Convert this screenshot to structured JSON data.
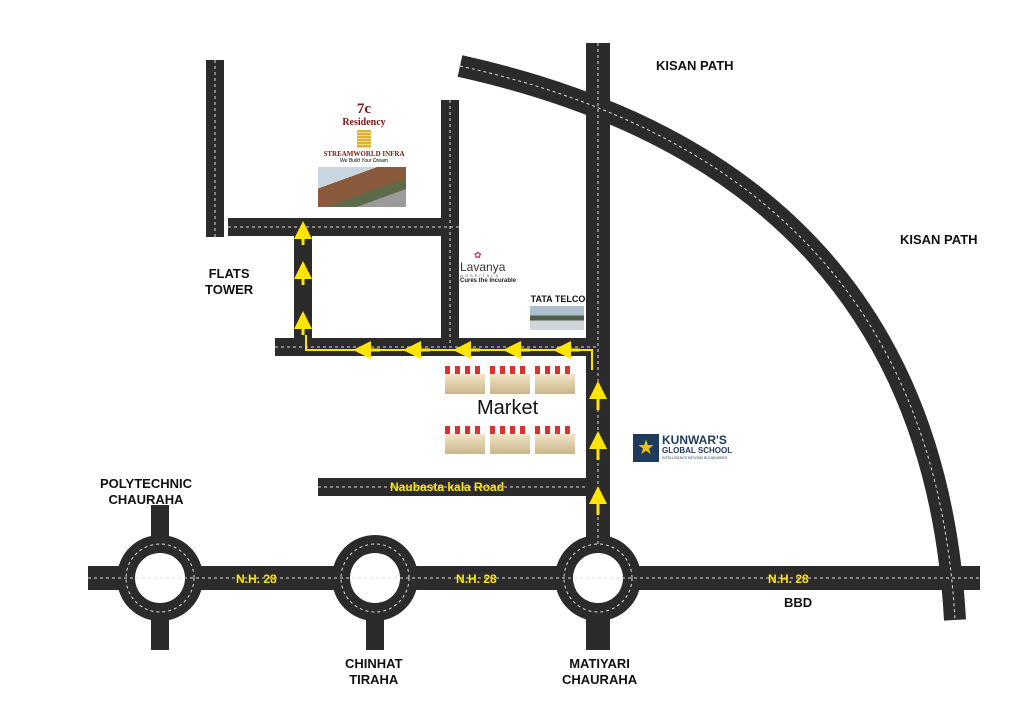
{
  "labels": {
    "kisan_path_top": "KISAN PATH",
    "kisan_path_right": "KISAN PATH",
    "flats_tower": "FLATS\nTOWER",
    "polytechnic": "POLYTECHNIC\nCHAURAHA",
    "chinhat": "CHINHAT\nTIRAHA",
    "matiyari": "MATIYARI\nCHAURAHA",
    "bbd": "BBD",
    "market": "Market",
    "tata_telco": "TATA TELCO"
  },
  "roads": {
    "nh28_a": "N.H. 28",
    "nh28_b": "N.H. 28",
    "nh28_c": "N.H. 28",
    "naubasta": "Naubasta kala Road"
  },
  "logos": {
    "residency": {
      "line1": "7c",
      "line2": "Residency",
      "brand": "STREAMWORLD INFRA",
      "tagline": "We Build Your Dream"
    },
    "lavanya": {
      "name": "Lavanya",
      "sub": "HOSPITALS",
      "tagline": "Cures the Incurable"
    },
    "kunwar": {
      "name": "KUNWAR'S",
      "sub": "GLOBAL SCHOOL",
      "tagline": "INTELLIGENCE BEYOND BOUNDARIES"
    }
  },
  "colors": {
    "road": "#2b2b2b",
    "route_arrow": "#ffe500",
    "residency_text": "#7a1a12"
  }
}
